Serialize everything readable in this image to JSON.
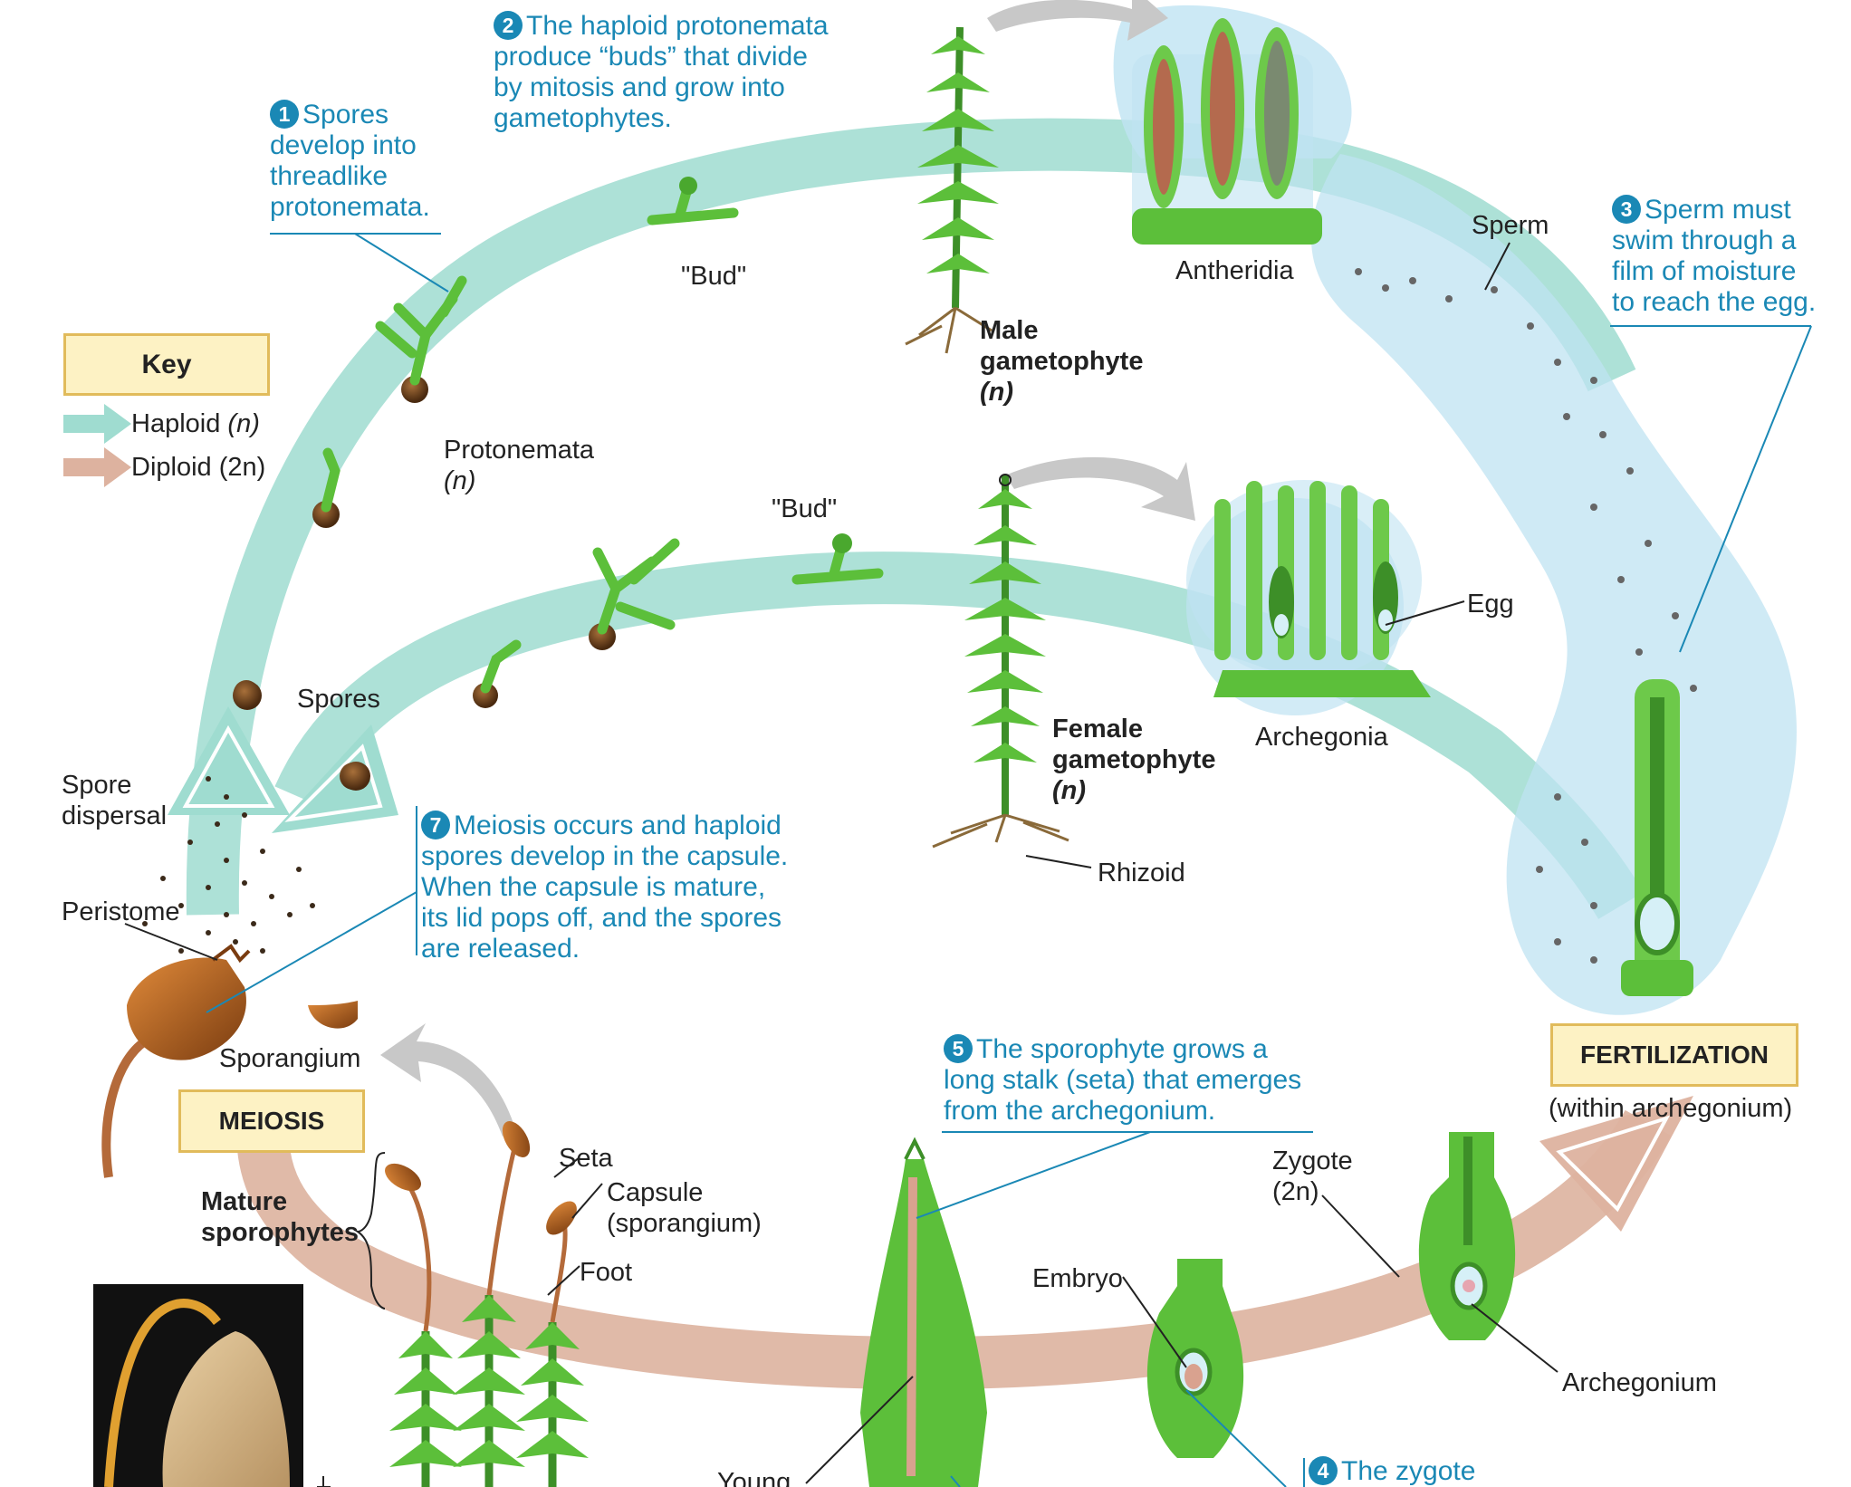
{
  "key": {
    "title": "Key",
    "haploid_label": "Haploid",
    "haploid_symbol": "(n)",
    "diploid_label": "Diploid",
    "diploid_symbol": "(2n)"
  },
  "colors": {
    "haploid": "#9fdcd0",
    "diploid": "#ddb29f",
    "step_text": "#1a88b5",
    "box_fill": "#fdf2c4",
    "box_border": "#e1bb5b",
    "plant_green": "#5cbf3a",
    "water": "#bfe3f2"
  },
  "steps": [
    {
      "num": "1",
      "lines": [
        "Spores",
        "develop into",
        "threadlike",
        "protonemata."
      ]
    },
    {
      "num": "2",
      "lines": [
        "The haploid protonemata",
        "produce “buds” that divide",
        "by mitosis and grow into",
        "gametophytes."
      ]
    },
    {
      "num": "3",
      "lines": [
        "Sperm must",
        "swim through a",
        "film of moisture",
        "to reach the egg."
      ]
    },
    {
      "num": "4",
      "lines": [
        "The zygote"
      ]
    },
    {
      "num": "5",
      "lines": [
        "The sporophyte grows a",
        "long stalk (seta) that emerges",
        "from the archegonium."
      ]
    },
    {
      "num": "7",
      "lines": [
        "Meiosis occurs and haploid",
        "spores develop in the capsule.",
        "When the capsule is mature,",
        "its lid pops off, and the spores",
        "are released."
      ]
    }
  ],
  "labels": {
    "bud_upper": "\"Bud\"",
    "bud_lower": "\"Bud\"",
    "antheridia": "Antheridia",
    "sperm": "Sperm",
    "male_line1": "Male",
    "male_line2": "gametophyte",
    "male_line3": "(n)",
    "protonemata": "Protonemata",
    "protonemata_n": "(n)",
    "spores": "Spores",
    "egg": "Egg",
    "archegonia": "Archegonia",
    "female_line1": "Female",
    "female_line2": "gametophyte",
    "female_line3": "(n)",
    "rhizoid": "Rhizoid",
    "spore_dispersal_1": "Spore",
    "spore_dispersal_2": "dispersal",
    "peristome": "Peristome",
    "sporangium": "Sporangium",
    "meiosis_box": "MEIOSIS",
    "fertilization_box": "FERTILIZATION",
    "fertilization_sub": "(within archegonium)",
    "zygote_1": "Zygote",
    "zygote_2": "(2n)",
    "seta": "Seta",
    "capsule_1": "Capsule",
    "capsule_2": "(sporangium)",
    "foot": "Foot",
    "mature_1": "Mature",
    "mature_2": "sporophytes",
    "embryo": "Embryo",
    "archegonium": "Archegonium",
    "young": "Young"
  }
}
